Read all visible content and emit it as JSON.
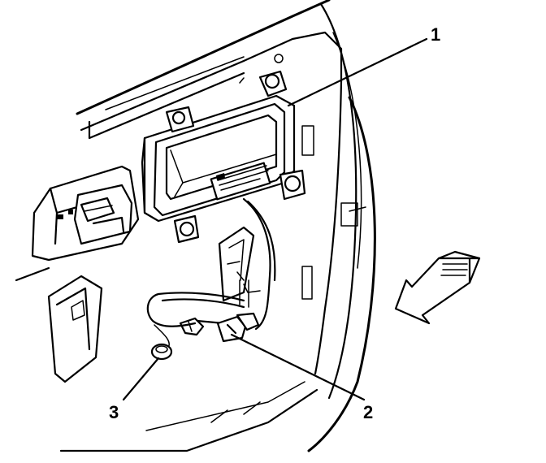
{
  "callouts": [
    {
      "id": "1",
      "label": "1"
    },
    {
      "id": "2",
      "label": "2"
    },
    {
      "id": "3",
      "label": "3"
    }
  ],
  "colors": {
    "line": "#000000",
    "background": "#ffffff"
  },
  "icons": {
    "direction_arrow": "front-arrow-icon"
  }
}
